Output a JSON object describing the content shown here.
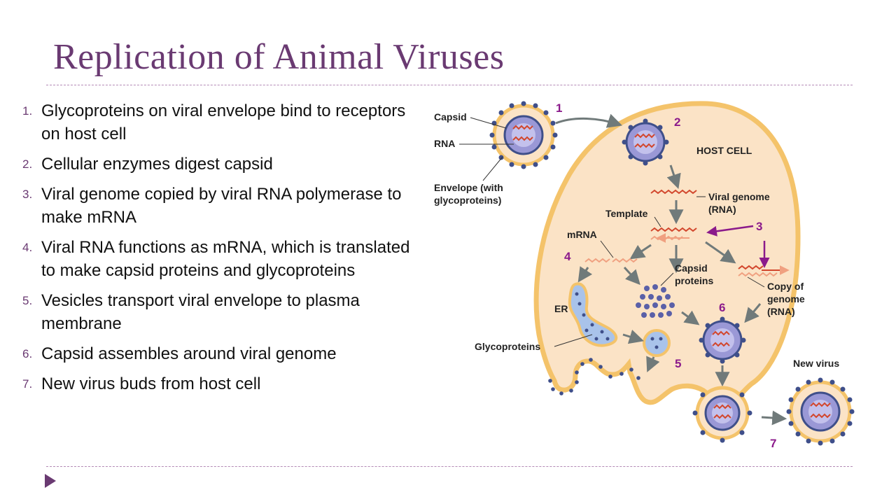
{
  "title": "Replication of Animal Viruses",
  "steps": [
    {
      "num": "1.",
      "text": "Glycoproteins on viral envelope bind to receptors on host cell"
    },
    {
      "num": "2.",
      "text": "Cellular enzymes digest capsid"
    },
    {
      "num": "3.",
      "text": "Viral genome copied by viral RNA polymerase to make mRNA"
    },
    {
      "num": "4.",
      "text": "Viral RNA functions as mRNA, which is translated to make capsid proteins and glycoproteins"
    },
    {
      "num": "5.",
      "text": "Vesicles transport viral envelope to plasma membrane"
    },
    {
      "num": "6.",
      "text": "Capsid assembles around viral genome"
    },
    {
      "num": "7.",
      "text": "New virus buds from host cell"
    }
  ],
  "diagram": {
    "labels": {
      "capsid": "Capsid",
      "rna": "RNA",
      "envelope_1": "Envelope (with",
      "envelope_2": "glycoproteins)",
      "host_cell": "HOST CELL",
      "viral_genome_1": "Viral genome",
      "viral_genome_2": "(RNA)",
      "template": "Template",
      "mrna": "mRNA",
      "capsid_proteins_1": "Capsid",
      "capsid_proteins_2": "proteins",
      "copy_1": "Copy of",
      "copy_2": "genome",
      "copy_3": "(RNA)",
      "er": "ER",
      "glycoproteins": "Glycoproteins",
      "new_virus": "New virus"
    },
    "step_markers": [
      "1",
      "2",
      "3",
      "4",
      "5",
      "6",
      "7"
    ]
  },
  "colors": {
    "title": "#6a3a72",
    "step_marker": "#8b1a8b",
    "cell_fill": "#fbe3c6",
    "cell_border": "#f4c36a",
    "virus_core": "#9a98d6",
    "glycoprotein": "#3f4f8a",
    "rna": "#d2462c"
  }
}
